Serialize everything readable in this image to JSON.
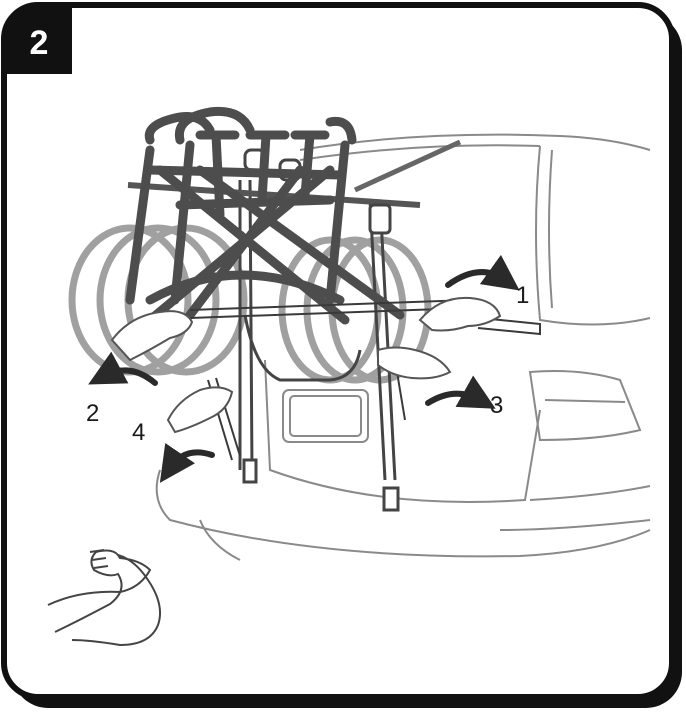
{
  "step_number": "2",
  "callouts": [
    {
      "id": "1",
      "label": "1"
    },
    {
      "id": "2",
      "label": "2"
    },
    {
      "id": "3",
      "label": "3"
    },
    {
      "id": "4",
      "label": "4"
    }
  ],
  "colors": {
    "frame": "#111111",
    "strap": "#4d4d4d",
    "wheel": "#9a9a9a",
    "car_line": "#777777",
    "hand_line": "#555555"
  },
  "icons": [
    "flexed-arm-icon",
    "curved-arrow-icon",
    "hand-icon"
  ]
}
